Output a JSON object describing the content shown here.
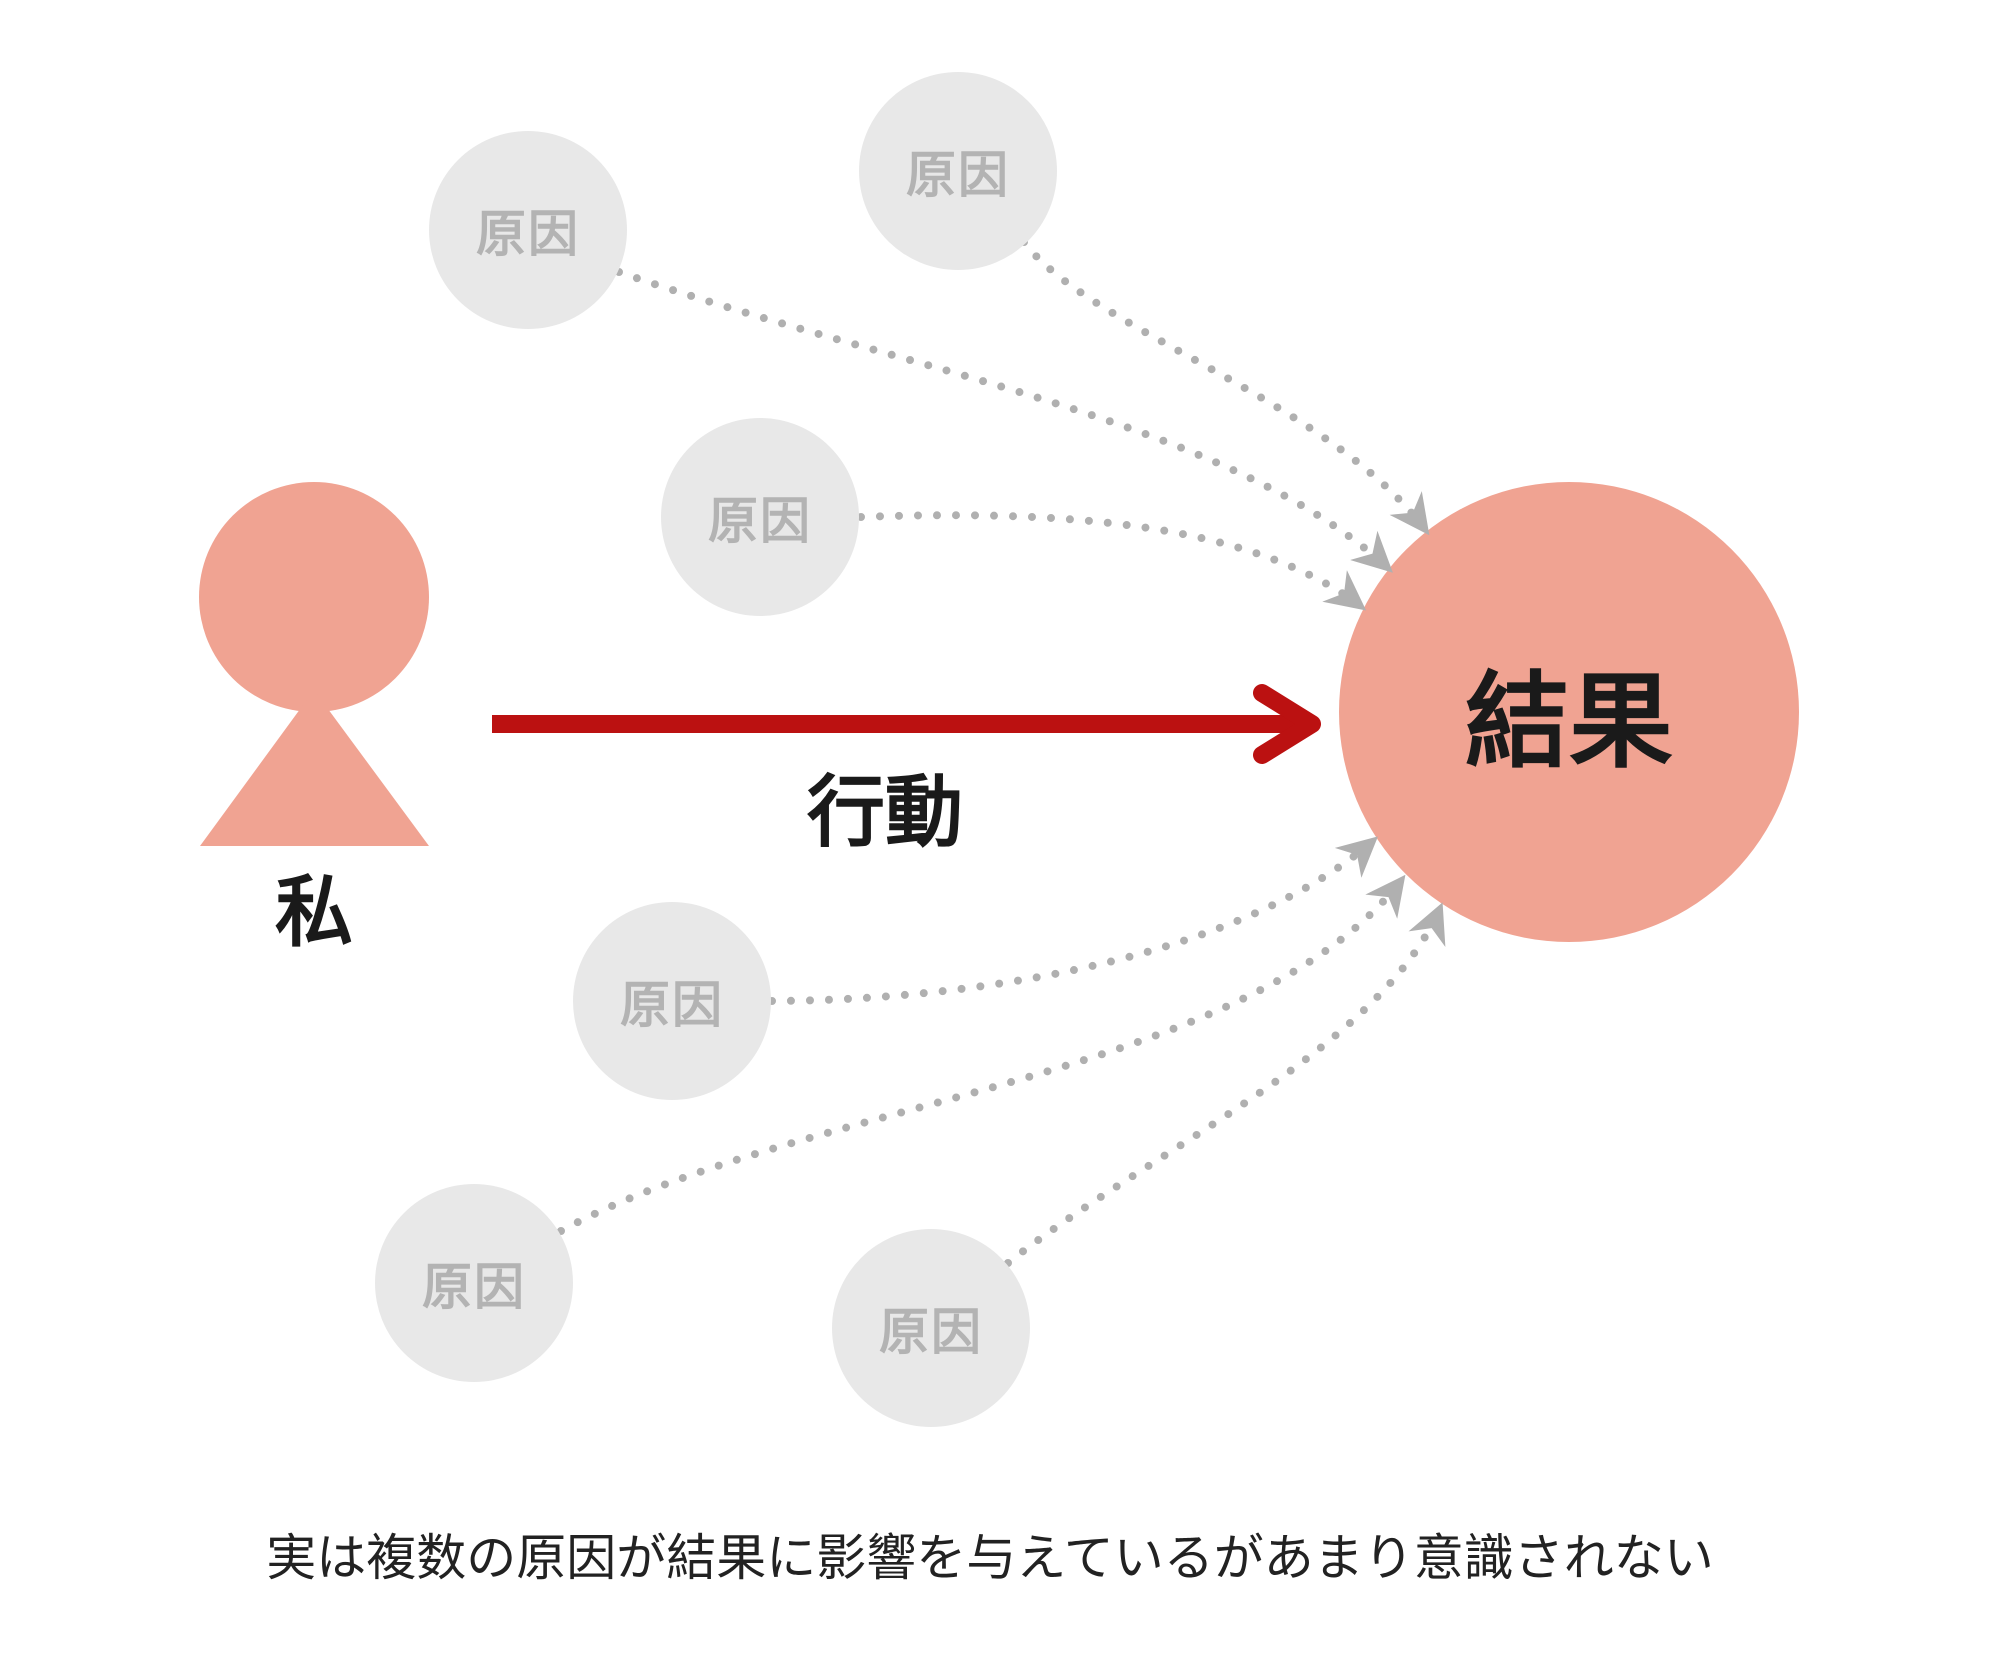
{
  "person": {
    "label": "私"
  },
  "action": {
    "label": "行動"
  },
  "result": {
    "label": "結果"
  },
  "causes": [
    {
      "label": "原因"
    },
    {
      "label": "原因"
    },
    {
      "label": "原因"
    },
    {
      "label": "原因"
    },
    {
      "label": "原因"
    },
    {
      "label": "原因"
    }
  ],
  "caption": "実は複数の原因が結果に影響を与えているがあまり意識されない",
  "colors": {
    "salmon": "#f0a392",
    "red": "#bb1111",
    "gray": "#b0b0b0",
    "circle_gray": "#e8e8e8"
  }
}
